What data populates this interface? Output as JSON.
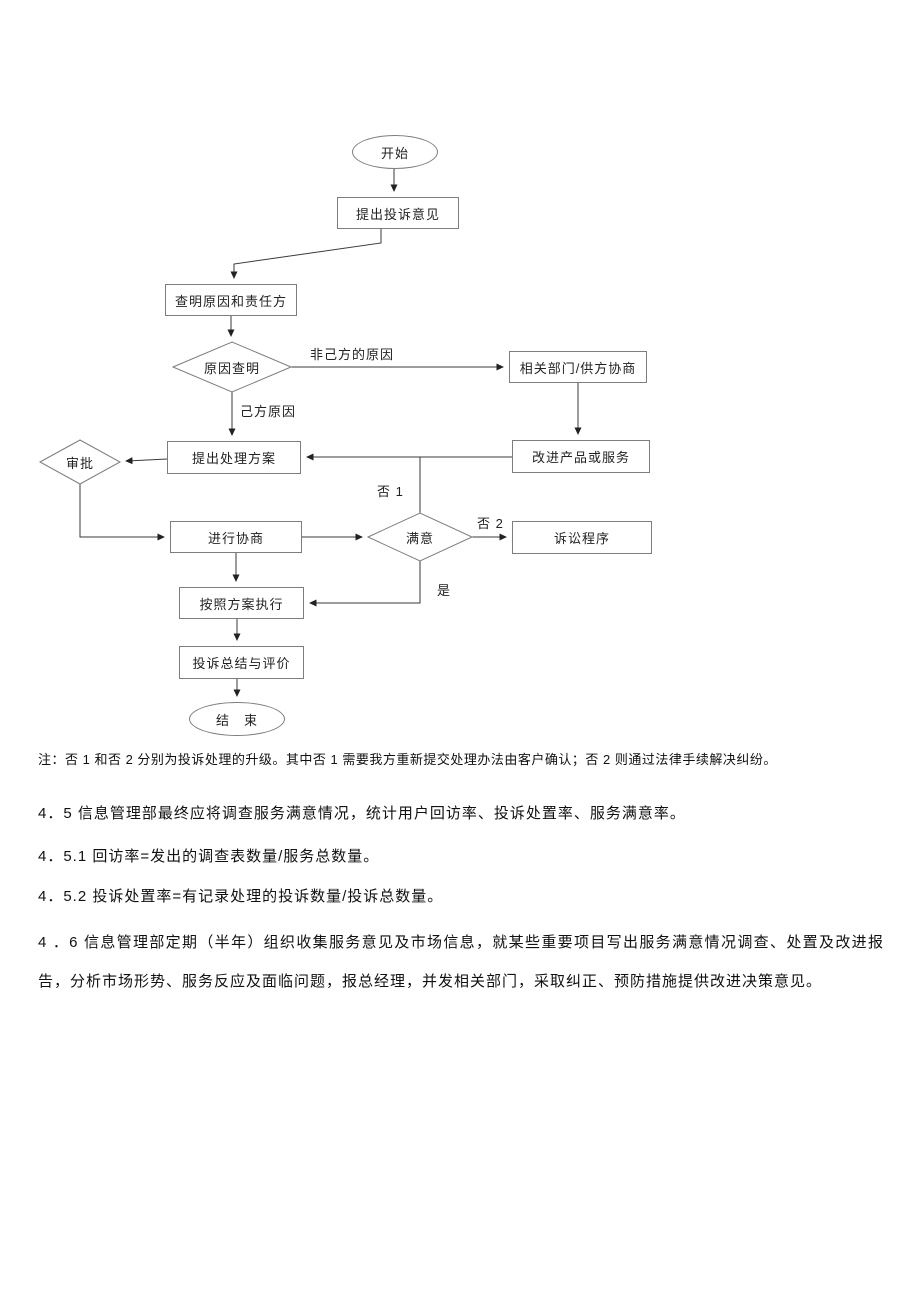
{
  "flowchart": {
    "nodes": {
      "start": {
        "label": "开始"
      },
      "submit": {
        "label": "提出投诉意见"
      },
      "investigate": {
        "label": "查明原因和责任方"
      },
      "cause_check": {
        "label": "原因查明"
      },
      "external": {
        "label": "相关部门/供方协商"
      },
      "improve": {
        "label": "改进产品或服务"
      },
      "propose": {
        "label": "提出处理方案"
      },
      "approve": {
        "label": "审批"
      },
      "negotiate": {
        "label": "进行协商"
      },
      "satisfied": {
        "label": "满意"
      },
      "lawsuit": {
        "label": "诉讼程序"
      },
      "execute": {
        "label": "按照方案执行"
      },
      "summary": {
        "label": "投诉总结与评价"
      },
      "end": {
        "label": "结　束"
      }
    },
    "edge_labels": {
      "not_own_cause": "非己方的原因",
      "own_cause": "己方原因",
      "no1": "否 1",
      "no2": "否 2",
      "yes": "是"
    },
    "colors": {
      "line": "#3a3a3a",
      "box_border": "#7d7d7d"
    }
  },
  "note": "注：否 1 和否 2 分别为投诉处理的升级。其中否 1 需要我方重新提交处理办法由客户确认；否 2 则通过法律手续解决纠纷。",
  "paragraphs": [
    "4．5 信息管理部最终应将调查服务满意情况，统计用户回访率、投诉处置率、服务满意率。",
    "4．5.1 回访率=发出的调查表数量/服务总数量。",
    "4．5.2 投诉处置率=有记录处理的投诉数量/投诉总数量。",
    "4 ．6 信息管理部定期（半年）组织收集服务意见及市场信息，就某些重要项目写出服务满意情况调查、处置及改进报告，分析市场形势、服务反应及面临问题，报总经理，并发相关部门，采取纠正、预防措施提供改进决策意见。"
  ]
}
